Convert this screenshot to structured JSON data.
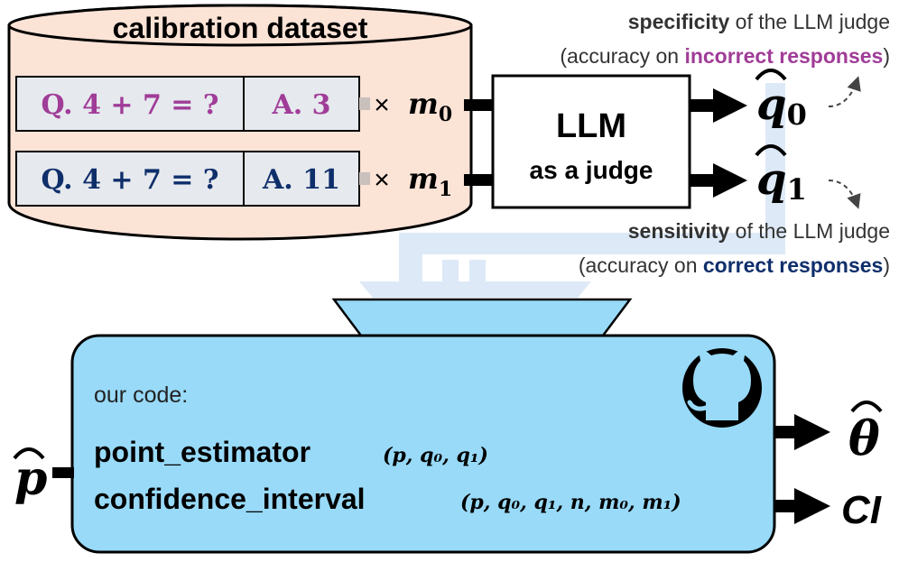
{
  "dataset": {
    "title": "calibration dataset",
    "rows": [
      {
        "question": "Q. 4 + 7 = ?",
        "answer": "A. 3",
        "count_label": "m",
        "count_index": "0"
      },
      {
        "question": "Q. 4 + 7 = ?",
        "answer": "A. 11",
        "count_label": "m",
        "count_index": "1"
      }
    ],
    "times": "×"
  },
  "judge": {
    "line1": "LLM",
    "line2": "as a judge"
  },
  "outputs": [
    {
      "symbol": "q",
      "index": "0"
    },
    {
      "symbol": "q",
      "index": "1"
    }
  ],
  "specificity": {
    "bold": "specificity",
    "rest": " of the LLM judge",
    "line2_pre": "(accuracy on ",
    "line2_bold": "incorrect responses",
    "line2_post": ")"
  },
  "sensitivity": {
    "bold": "sensitivity",
    "rest": " of the LLM judge",
    "line2_pre": "(accuracy on ",
    "line2_bold": "correct responses",
    "line2_post": ")"
  },
  "code": {
    "header": "our code:",
    "fn1_name": "point_estimator",
    "fn1_args": "(p, q₀, q₁)",
    "fn2_name": "confidence_interval",
    "fn2_args": "(p, q₀, q₁, n, m₀, m₁)"
  },
  "input_symbol": "p",
  "result_theta": "θ",
  "result_ci": "CI",
  "colors": {
    "incorrect": "#a03c98",
    "correct": "#0f2f6b",
    "db_fill": "#fbe3d6",
    "code_fill": "#98daf8",
    "flow": "#dde9f7",
    "cell_fill": "#e6e9ee"
  }
}
